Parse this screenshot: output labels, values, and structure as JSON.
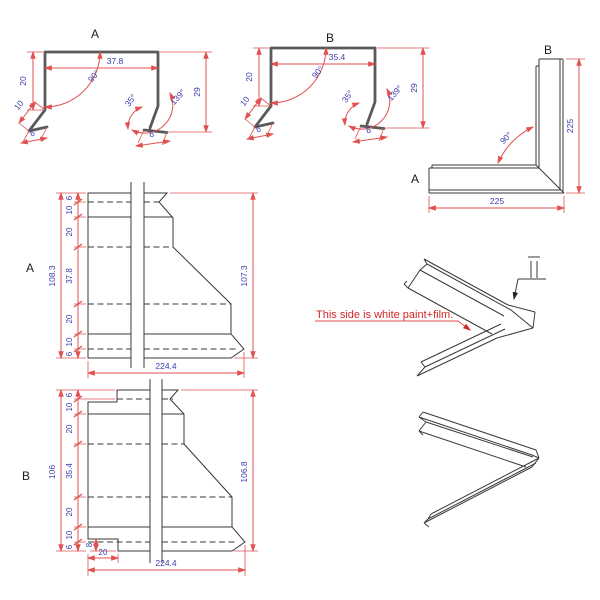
{
  "colors": {
    "dimension_line": "#e05252",
    "dimension_text": "#3c3cae",
    "profile_stroke": "#5a5a5a",
    "drawing_line": "#3a3a3a",
    "note_text": "#d02828",
    "background": "#ffffff"
  },
  "views": {
    "profile_a": {
      "label": "A",
      "top_width": "37.8",
      "top_angle": "90°",
      "leg": "20",
      "flange": "10",
      "hem_left": "6",
      "small_angle": "35°",
      "return_angle": "139°",
      "height": "29",
      "hem_right": "6"
    },
    "profile_b": {
      "label": "B",
      "top_width": "35.4",
      "top_angle": "90°",
      "leg": "20",
      "flange": "10",
      "hem_left": "6",
      "small_angle": "35°",
      "return_angle": "139°",
      "height": "29",
      "hem_right": "6"
    },
    "corner": {
      "label_top": "B",
      "label_side": "A",
      "width": "225",
      "height": "225",
      "angle": "90°"
    },
    "flat_a": {
      "label": "A",
      "chain": [
        "6",
        "10",
        "20",
        "37.8",
        "20",
        "10",
        "6"
      ],
      "overall_height": "108.3",
      "right_height": "107.3",
      "width": "224.4"
    },
    "flat_b": {
      "label": "B",
      "chain": [
        "6",
        "10",
        "20",
        "35.4",
        "20",
        "10",
        "6"
      ],
      "notch_height": "8",
      "notch_width": "20",
      "overall_height": "106",
      "right_height": "106.8",
      "width": "224.4"
    },
    "iso_painted": {
      "note": "This side is white paint+film."
    }
  }
}
